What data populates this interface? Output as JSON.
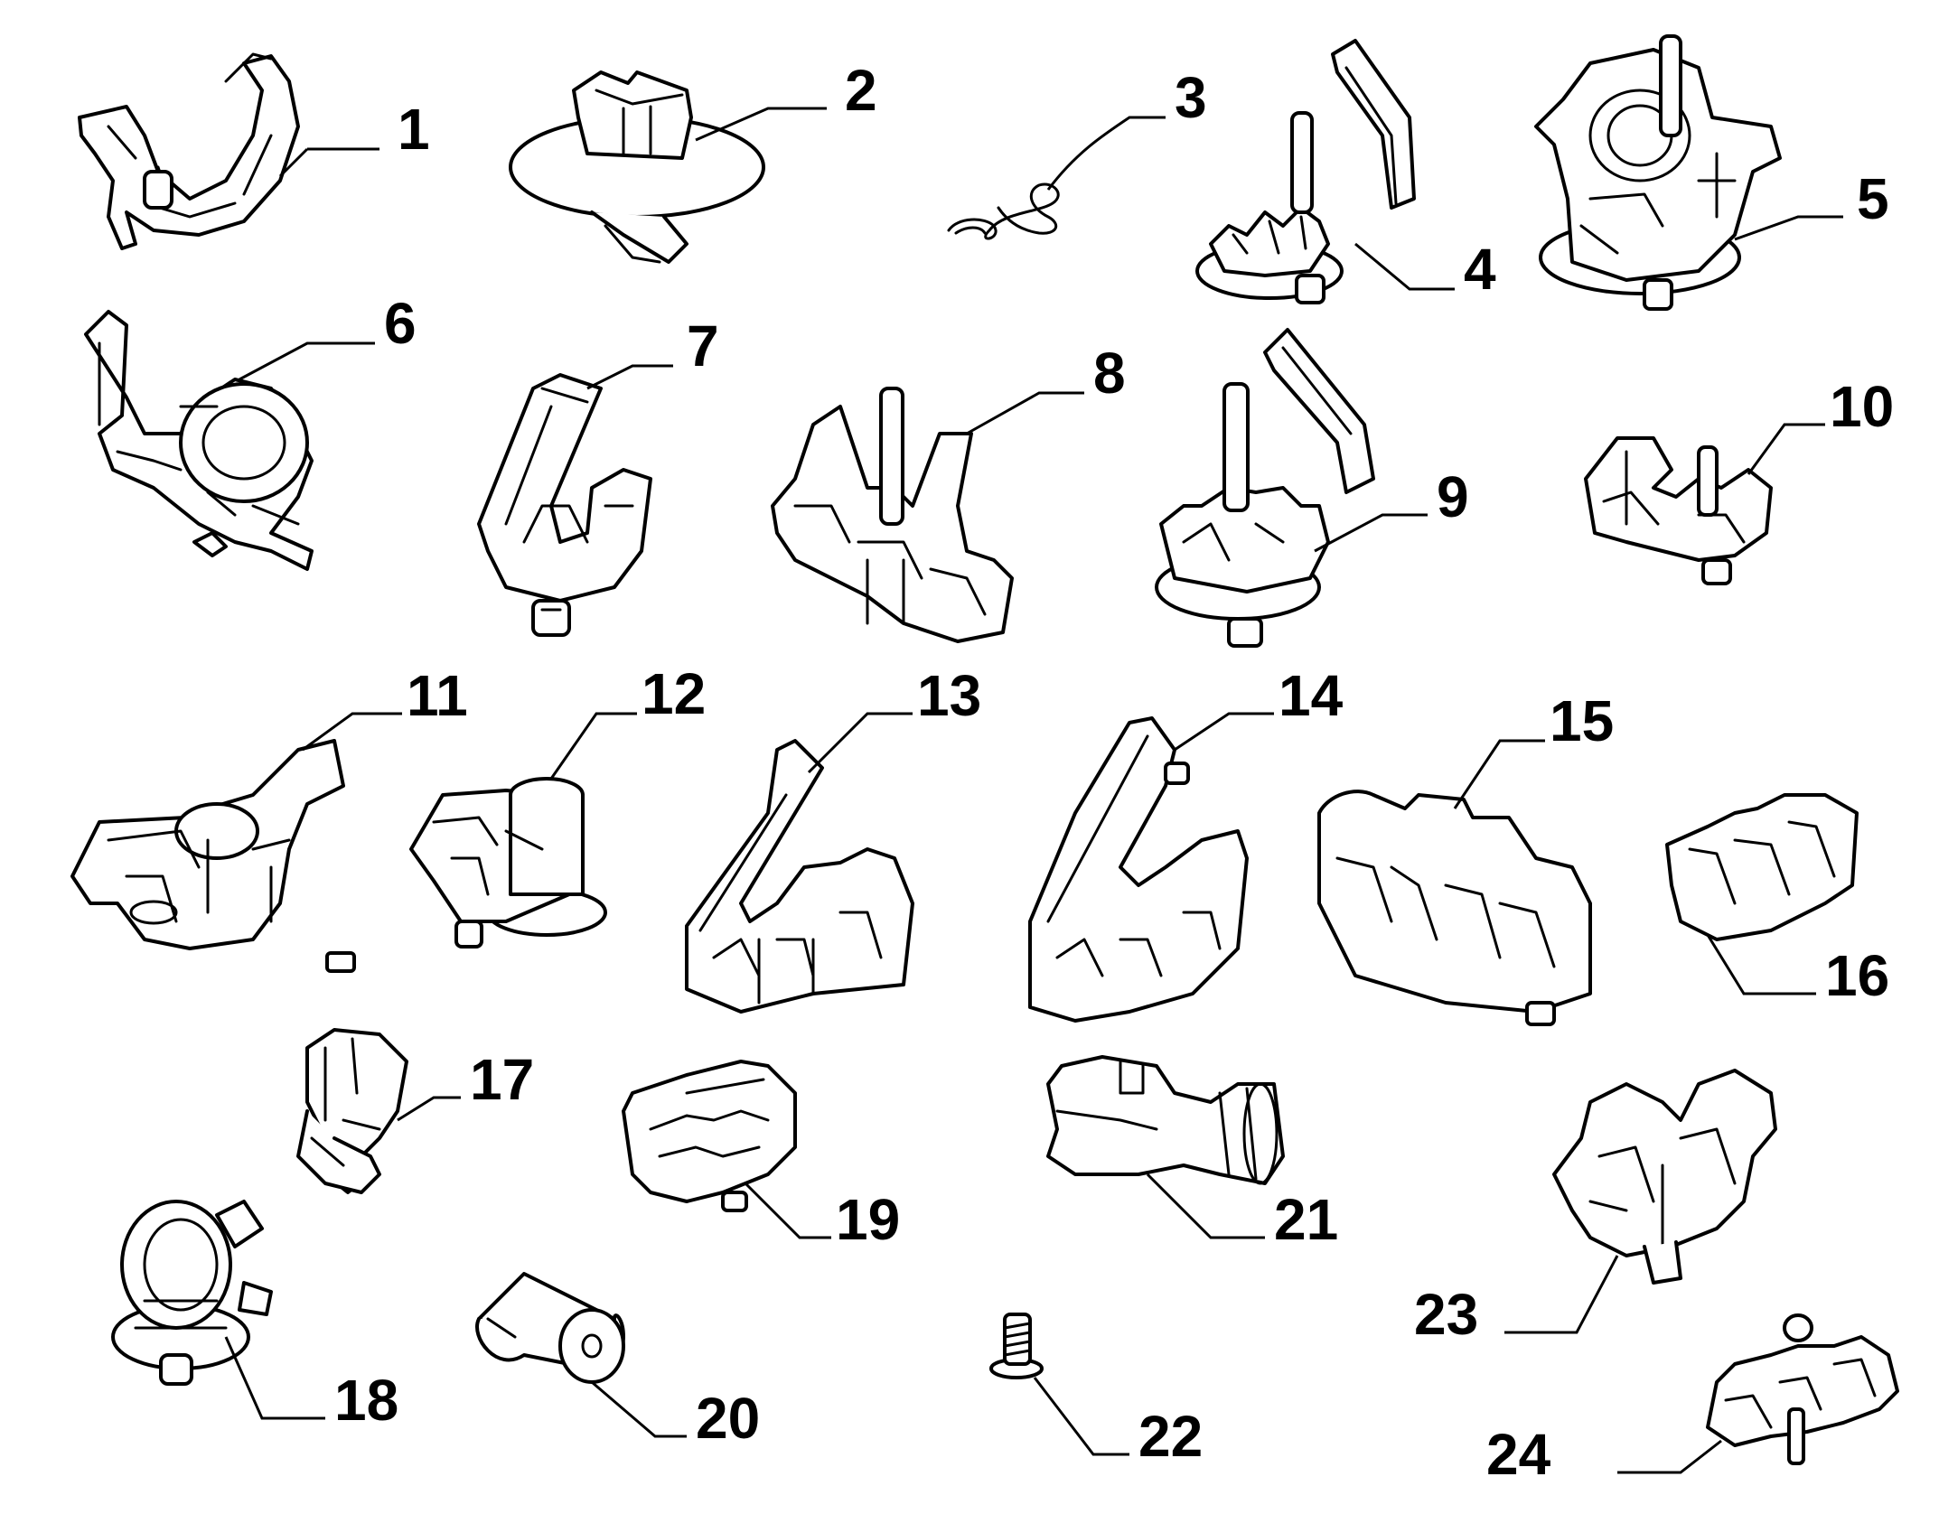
{
  "diagram": {
    "labels": [
      "1",
      "2",
      "3",
      "4",
      "5",
      "6",
      "7",
      "8",
      "9",
      "10",
      "11",
      "12",
      "13",
      "14",
      "15",
      "16",
      "17",
      "18",
      "19",
      "20",
      "21",
      "22",
      "23",
      "24"
    ]
  },
  "colors": {
    "line": "#000000",
    "background": "#ffffff"
  }
}
